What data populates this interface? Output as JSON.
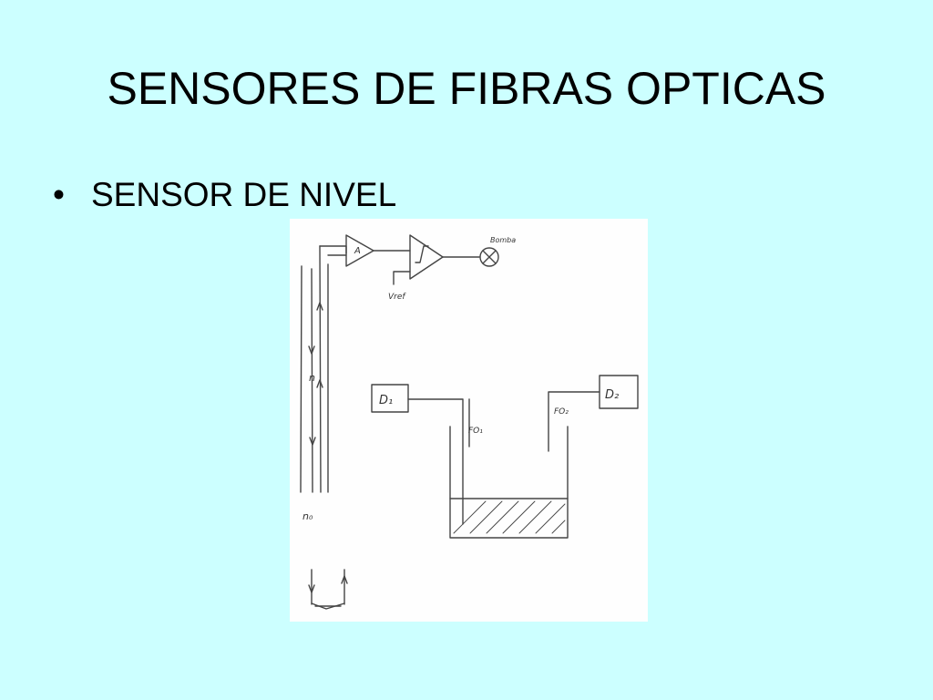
{
  "slide": {
    "title": "SENSORES DE FIBRAS OPTICAS",
    "bullets": [
      {
        "marker": "•",
        "text": "SENSOR DE NIVEL"
      }
    ]
  },
  "sketch": {
    "labels": {
      "amplifier": "A",
      "pump": "Bomba",
      "vref": "Vref",
      "n": "n",
      "n0": "n₀",
      "detector1": "D₁",
      "detector2": "D₂",
      "fiber1": "FO₁",
      "fiber2": "FO₂"
    }
  },
  "colors": {
    "background": "#ccffff",
    "text": "#000000",
    "ink": "#333333",
    "sketch_paper": "#fefefe"
  }
}
